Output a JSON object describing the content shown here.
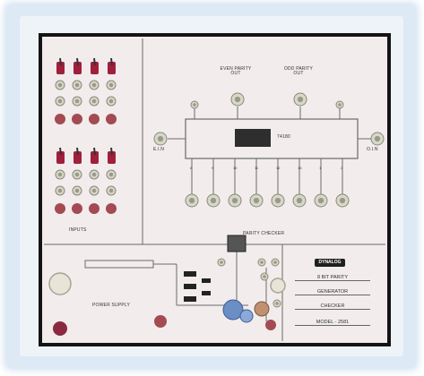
{
  "panel": {
    "labels": {
      "inputs": "INPUTS",
      "even_parity": "EVEN PARITY\nOUT",
      "odd_parity": "ODD PARITY\nOUT",
      "chip": "74180",
      "even_in": "E.I.N",
      "odd_in": "O.I.N",
      "parity_checker": "PARITY CHECKER",
      "power_supply": "POWER SUPPLY"
    },
    "brand": "DYNALOG",
    "title": [
      "8 BIT PARITY",
      "GENERATOR",
      "CHECKER",
      "MODEL - 2581"
    ],
    "pin_numbers": [
      "8",
      "9",
      "10",
      "11",
      "12",
      "13",
      "1",
      "2"
    ],
    "colors": {
      "panel": "#f2ecec",
      "border": "#141414",
      "switch_red": "#a01f3a",
      "led_red": "#a34a53",
      "socket": "#d8d8c8"
    }
  }
}
